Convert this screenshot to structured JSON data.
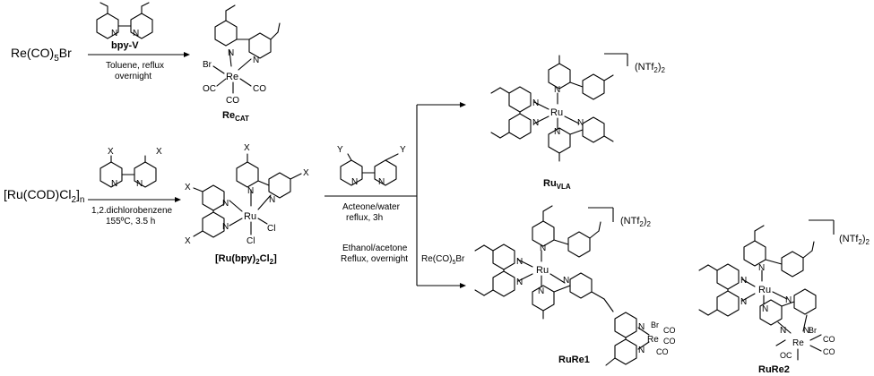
{
  "reactions": {
    "r1": {
      "reactant": {
        "label": "Re(CO)",
        "sub": "5",
        "tail": "Br"
      },
      "reagent_name": "bpy-V",
      "conditions": [
        "Toluene, reflux",
        "overnight"
      ],
      "product_label": {
        "main": "Re",
        "sub": "CAT"
      }
    },
    "r2": {
      "reactant": {
        "label": "[Ru(COD)Cl",
        "sub1": "2",
        "mid": "]",
        "sub2": "n"
      },
      "conditions": [
        "1,2.dichlorobenzene",
        "155ºC, 3.5 h"
      ],
      "product_label": {
        "main": "[Ru(bpy)",
        "sub1": "2",
        "mid": "Cl",
        "sub2": "2",
        "tail": "]"
      }
    },
    "r3": {
      "conditions_top": [
        "Acteone/water",
        "reflux, 3h"
      ],
      "conditions_bottom": [
        "Ethanol/acetone",
        "Reflux, overnight"
      ],
      "reagent_bottom": {
        "label": "Re(CO)",
        "sub": "5",
        "tail": "Br"
      }
    }
  },
  "products": {
    "ru_vla": {
      "main": "Ru",
      "sub": "VLA"
    },
    "rure1": "RuRe1",
    "rure2": "RuRe2"
  },
  "counterion": {
    "label": "(NTf",
    "sub1": "2",
    "mid": ")",
    "sub2": "2"
  },
  "atoms": {
    "N": "N",
    "Ru": "Ru",
    "Re": "Re",
    "Br": "Br",
    "Cl": "Cl",
    "CO": "CO",
    "OC": "OC",
    "X": "X",
    "Y": "Y"
  }
}
